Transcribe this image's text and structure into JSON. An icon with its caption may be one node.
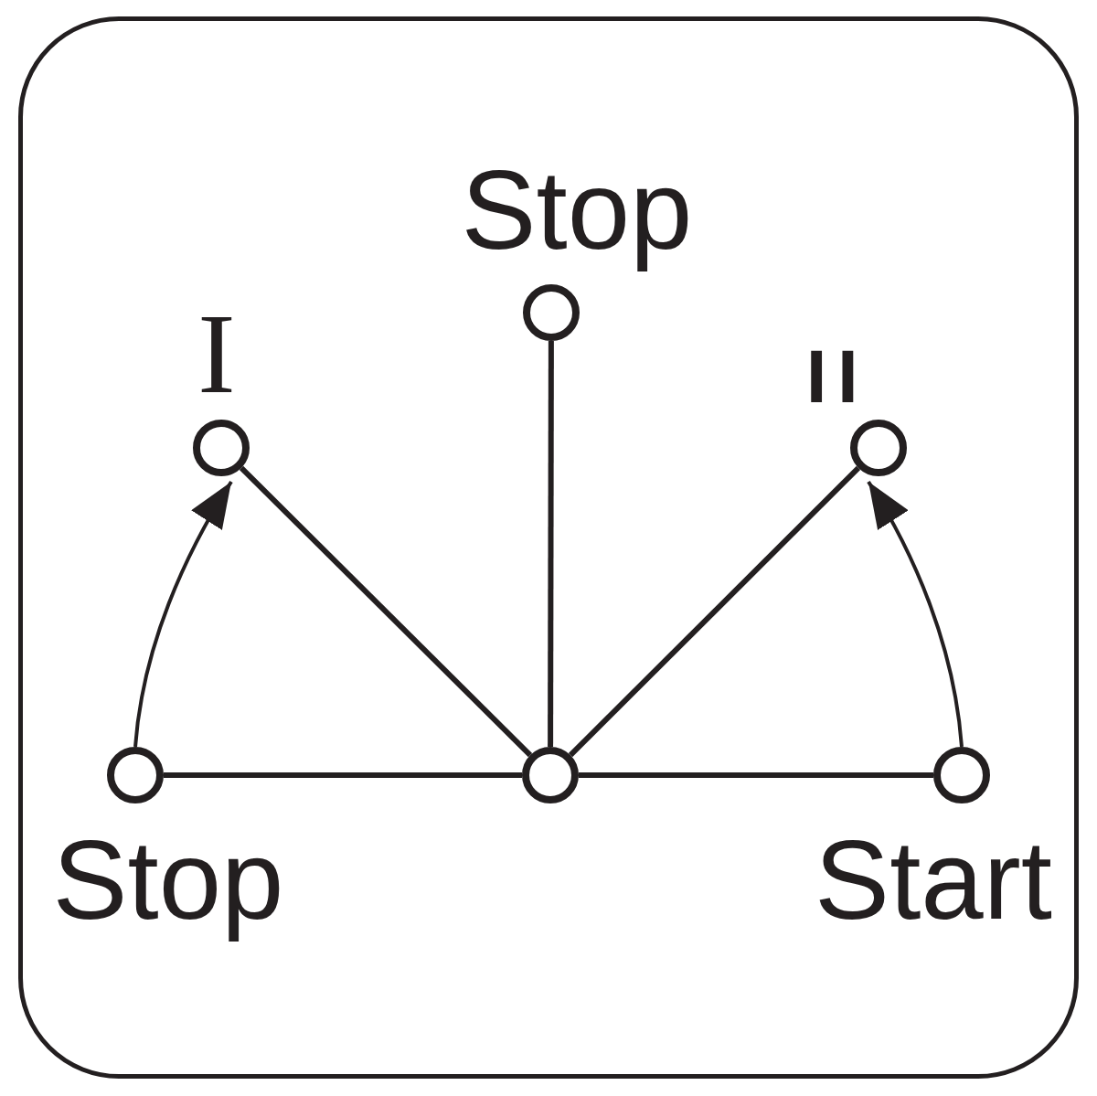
{
  "diagram": {
    "nodes": [
      {
        "text": [],
        "shape": "circle",
        "beside": [
          "Stop"
        ]
      },
      {
        "text": [],
        "shape": "circle",
        "beside": [
          "I"
        ]
      },
      {
        "text": [],
        "shape": "circle",
        "beside": [
          "II"
        ]
      },
      {
        "text": [],
        "shape": "circle",
        "beside": [
          "Stop"
        ]
      },
      {
        "text": [],
        "shape": "circle"
      },
      {
        "text": [],
        "shape": "circle",
        "beside": [
          "Start"
        ]
      }
    ],
    "edges": [
      {
        "from": 4,
        "to": 0,
        "arrow": "none"
      },
      {
        "from": 4,
        "to": 1,
        "arrow": "none"
      },
      {
        "from": 4,
        "to": 2,
        "arrow": "none"
      },
      {
        "from": 4,
        "to": 3,
        "arrow": "none"
      },
      {
        "from": 4,
        "to": 5,
        "arrow": "none"
      },
      {
        "from": 3,
        "to": 1,
        "arrow": "to"
      },
      {
        "from": 5,
        "to": 2,
        "arrow": "to"
      }
    ]
  }
}
